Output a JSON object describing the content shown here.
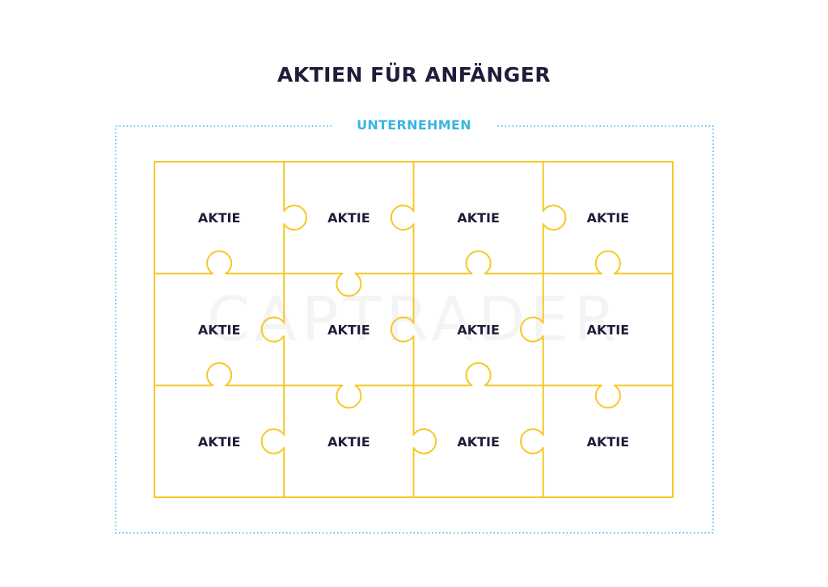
{
  "title": "AKTIEN FÜR ANFÄNGER",
  "frame_label": "UNTERNEHMEN",
  "watermark": "CAPTRADER",
  "colors": {
    "title": "#1f1d3a",
    "frame": "#3ab4e0",
    "puzzle": "#f5c826",
    "piece_text": "#1f1d3a"
  },
  "grid": {
    "rows": 3,
    "cols": 4
  },
  "pieces": [
    {
      "label": "AKTIE"
    },
    {
      "label": "AKTIE"
    },
    {
      "label": "AKTIE"
    },
    {
      "label": "AKTIE"
    },
    {
      "label": "AKTIE"
    },
    {
      "label": "AKTIE"
    },
    {
      "label": "AKTIE"
    },
    {
      "label": "AKTIE"
    },
    {
      "label": "AKTIE"
    },
    {
      "label": "AKTIE"
    },
    {
      "label": "AKTIE"
    },
    {
      "label": "AKTIE"
    }
  ],
  "vertical_edges": [
    {
      "row": 0,
      "col": 1,
      "tab": "right"
    },
    {
      "row": 0,
      "col": 2,
      "tab": "left"
    },
    {
      "row": 0,
      "col": 3,
      "tab": "right"
    },
    {
      "row": 1,
      "col": 1,
      "tab": "left"
    },
    {
      "row": 1,
      "col": 2,
      "tab": "left"
    },
    {
      "row": 1,
      "col": 3,
      "tab": "left"
    },
    {
      "row": 2,
      "col": 1,
      "tab": "left"
    },
    {
      "row": 2,
      "col": 2,
      "tab": "right"
    },
    {
      "row": 2,
      "col": 3,
      "tab": "left"
    }
  ],
  "horizontal_edges": [
    {
      "row": 1,
      "col": 0,
      "tab": "up"
    },
    {
      "row": 1,
      "col": 1,
      "tab": "down"
    },
    {
      "row": 1,
      "col": 2,
      "tab": "up"
    },
    {
      "row": 1,
      "col": 3,
      "tab": "up"
    },
    {
      "row": 2,
      "col": 0,
      "tab": "up"
    },
    {
      "row": 2,
      "col": 1,
      "tab": "down"
    },
    {
      "row": 2,
      "col": 2,
      "tab": "up"
    },
    {
      "row": 2,
      "col": 3,
      "tab": "down"
    }
  ]
}
